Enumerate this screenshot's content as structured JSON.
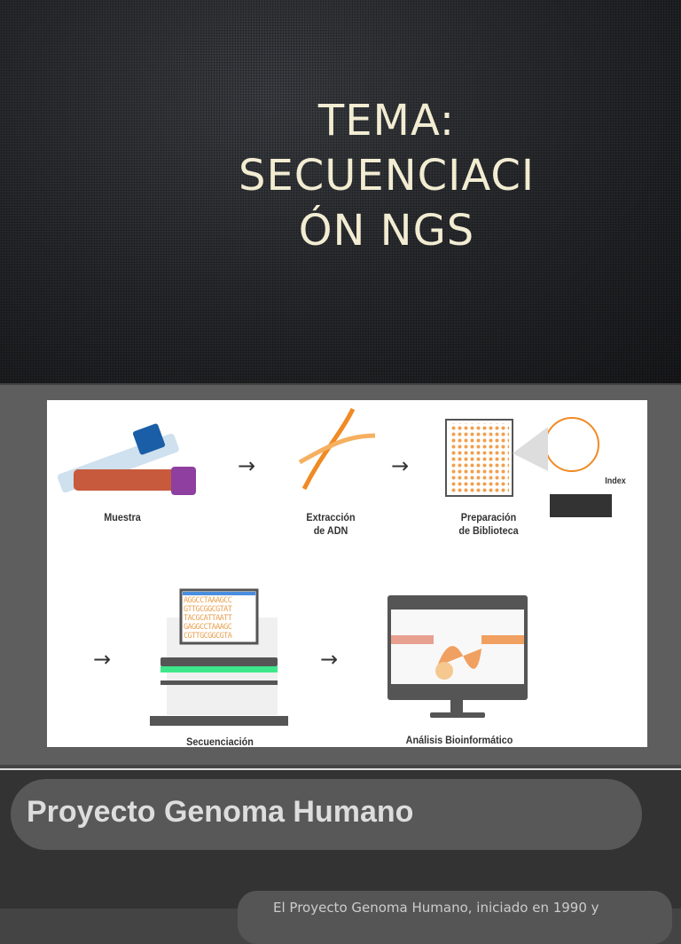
{
  "slide1": {
    "title": "TEMA:\nSECUENCIACI\nÓN NGS"
  },
  "figure": {
    "steps": [
      "Muestra",
      "Extracción\nde ADN",
      "Preparación\nde Biblioteca",
      "Secuenciación",
      "Análisis Bioinformático"
    ],
    "index_label": "Index",
    "arrow": "→",
    "sequence": [
      "AGGCCTAAAGCC",
      "GTTGCGGCGTAT",
      "TACGCATTAATT",
      "GAGGCCTAAAGC",
      "CGTTGCGGCGTA"
    ],
    "colors": {
      "orange": "#f08a24",
      "gray": "#5a5a5a",
      "green": "#3ee88a",
      "blue": "#1a5ea8",
      "purple": "#8e3fa0"
    }
  },
  "slide3": {
    "heading": "Proyecto Genoma Humano",
    "body": "El Proyecto Genoma Humano, iniciado en 1990 y"
  }
}
